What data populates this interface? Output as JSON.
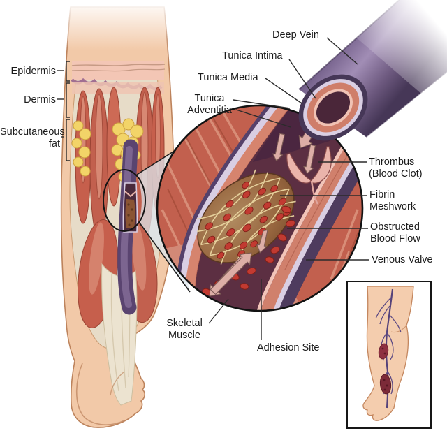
{
  "illustration": {
    "skin_layer_labels": {
      "epidermis": "Epidermis",
      "dermis": "Dermis",
      "subcutaneous_1": "Subcutaneous",
      "subcutaneous_2": "fat"
    },
    "vein_labels": {
      "deep_vein": "Deep Vein",
      "tunica_intima": "Tunica Intima",
      "tunica_media": "Tunica Media",
      "tunica_adventitia_1": "Tunica",
      "tunica_adventitia_2": "Adventitia"
    },
    "pathology_labels": {
      "thrombus_1": "Thrombus",
      "thrombus_2": "(Blood Clot)",
      "fibrin_1": "Fibrin",
      "fibrin_2": "Meshwork",
      "obstructed_1": "Obstructed",
      "obstructed_2": "Blood Flow",
      "venous_valve": "Venous Valve",
      "skeletal_1": "Skeletal",
      "skeletal_2": "Muscle",
      "adhesion_site": "Adhesion Site"
    },
    "colors": {
      "skin": "#f2c9a8",
      "skin_outline": "#bd835c",
      "muscle": "#c2604e",
      "muscle_highlight": "#df9d86",
      "tendon": "#ece3d0",
      "fat": "#f2d468",
      "vein_outer_purple": "#55416b",
      "vein_lavender": "#d9cee3",
      "tunica_media_pink": "#d6846e",
      "tunica_intima_pale": "#f2c4b8",
      "lumen": "#5c2f42",
      "thrombus_brown": "#a97c54",
      "fibrin_mesh_tan": "#e9d5a0",
      "red_blood_cell": "#c23a31",
      "flow_arrow": "#dcaea6",
      "wedge_blue": "#dce5ec",
      "label_line": "#2b2b2b"
    }
  }
}
